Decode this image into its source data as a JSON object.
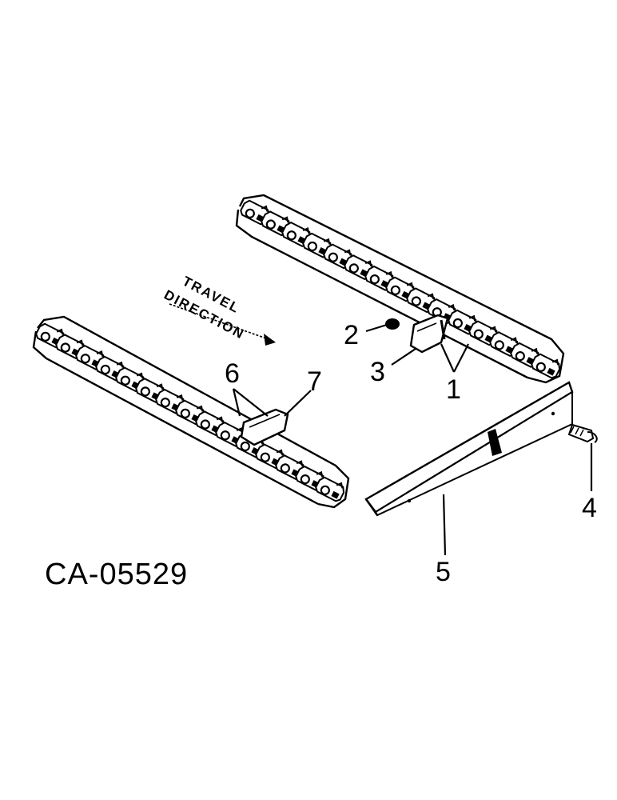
{
  "figure_code": "CA-05529",
  "travel_label": {
    "line1": "TRAVEL",
    "line2": "DIRECTION"
  },
  "callouts": [
    {
      "id": "1",
      "text": "1"
    },
    {
      "id": "2",
      "text": "2"
    },
    {
      "id": "3",
      "text": "3"
    },
    {
      "id": "4",
      "text": "4"
    },
    {
      "id": "5",
      "text": "5"
    },
    {
      "id": "6",
      "text": "6"
    },
    {
      "id": "7",
      "text": "7"
    }
  ],
  "colors": {
    "ink": "#000000",
    "paper": "#ffffff"
  }
}
